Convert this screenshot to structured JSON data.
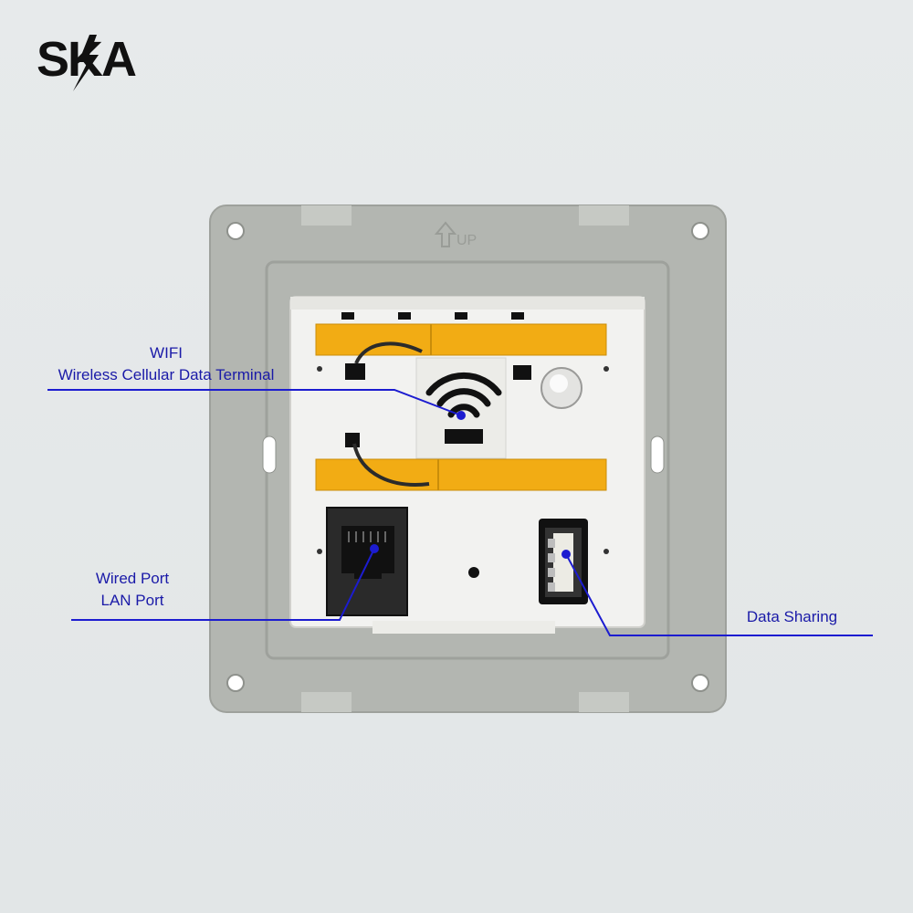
{
  "brand": {
    "logo_text": "SKA"
  },
  "plate": {
    "up_marking": "UP"
  },
  "callouts": {
    "wifi": {
      "line1": "WIFI",
      "line2": "Wireless Cellular Data Terminal"
    },
    "lan": {
      "line1": "Wired Port",
      "line2": "LAN Port"
    },
    "usb": {
      "line1": "Data Sharing"
    }
  },
  "colors": {
    "callout": "#1c1cd0",
    "label": "#1a1aa8",
    "plate": "#b4b7b2",
    "module": "#f2f2f0",
    "antenna": "#f2ac14"
  }
}
